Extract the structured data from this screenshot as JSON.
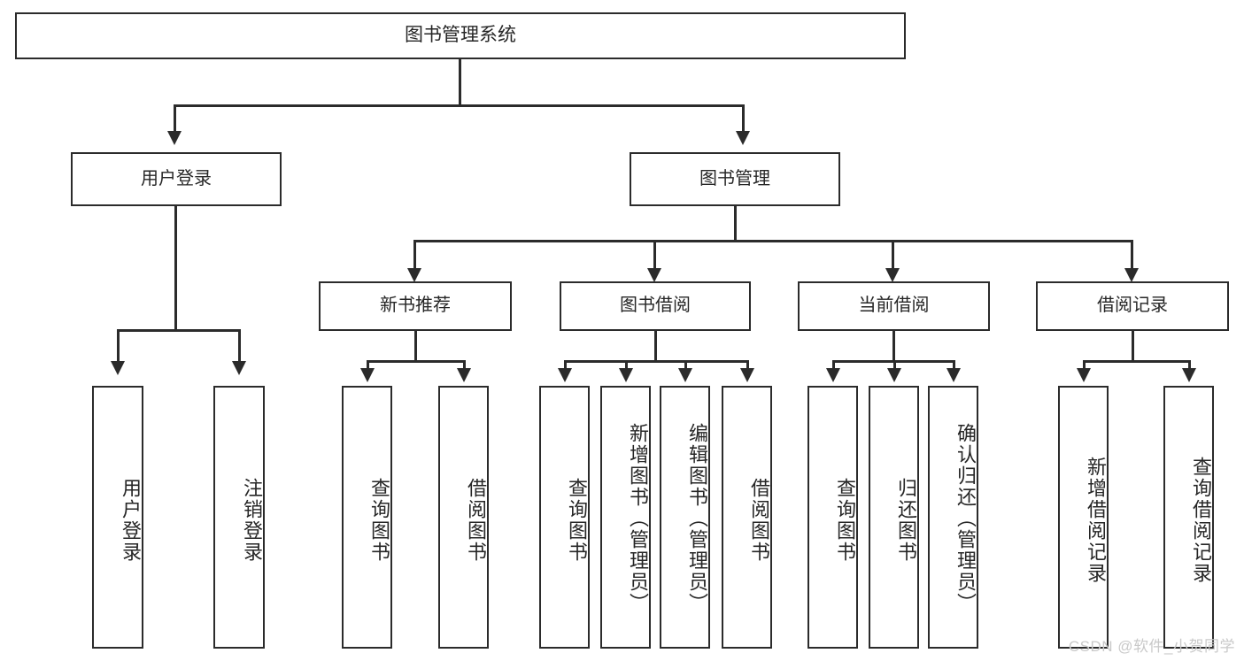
{
  "diagram": {
    "type": "tree-hierarchy",
    "title": "图书管理系统",
    "root": {
      "id": "root",
      "label": "图书管理系统"
    },
    "level1": [
      {
        "id": "user-login",
        "label": "用户登录"
      },
      {
        "id": "book-manage",
        "label": "图书管理"
      }
    ],
    "level2": [
      {
        "id": "new-book-rec",
        "label": "新书推荐",
        "parent": "book-manage"
      },
      {
        "id": "book-borrow",
        "label": "图书借阅",
        "parent": "book-manage"
      },
      {
        "id": "current-borrow",
        "label": "当前借阅",
        "parent": "book-manage"
      },
      {
        "id": "borrow-record",
        "label": "借阅记录",
        "parent": "book-manage"
      }
    ],
    "leaves": {
      "user-login": [
        {
          "id": "leaf-user-login",
          "label": "用户登录"
        },
        {
          "id": "leaf-logout",
          "label": "注销登录"
        }
      ],
      "new-book-rec": [
        {
          "id": "leaf-query-book-1",
          "label": "查询图书"
        },
        {
          "id": "leaf-borrow-book-1",
          "label": "借阅图书"
        }
      ],
      "book-borrow": [
        {
          "id": "leaf-query-book-2",
          "label": "查询图书"
        },
        {
          "id": "leaf-add-book",
          "label": "新增图书（管理员）"
        },
        {
          "id": "leaf-edit-book",
          "label": "编辑图书（管理员）"
        },
        {
          "id": "leaf-borrow-book-2",
          "label": "借阅图书"
        }
      ],
      "current-borrow": [
        {
          "id": "leaf-query-book-3",
          "label": "查询图书"
        },
        {
          "id": "leaf-return-book",
          "label": "归还图书"
        },
        {
          "id": "leaf-confirm-return",
          "label": "确认归还（管理员）"
        }
      ],
      "borrow-record": [
        {
          "id": "leaf-add-record",
          "label": "新增借阅记录"
        },
        {
          "id": "leaf-query-record",
          "label": "查询借阅记录"
        }
      ]
    }
  },
  "watermark": {
    "text": "CSDN @软件_小贺同学"
  },
  "colors": {
    "box_border": "#2b2b2b",
    "box_fill": "#ffffff",
    "text": "#262626",
    "connector": "#2b2b2b",
    "watermark": "#c9c9c9",
    "background": "#ffffff"
  }
}
